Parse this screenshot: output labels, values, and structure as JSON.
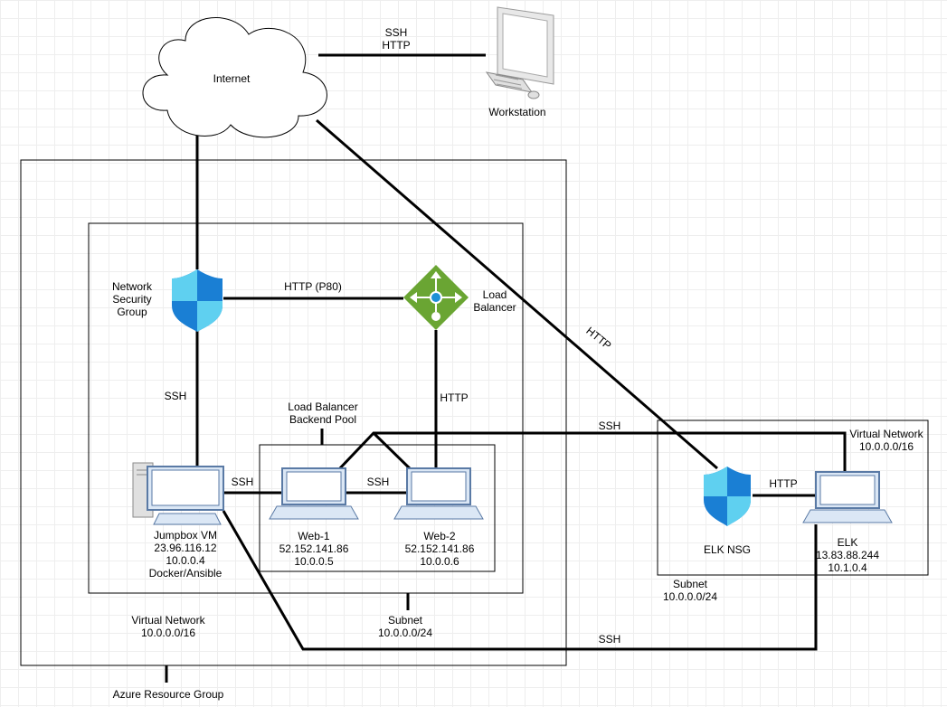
{
  "nodes": {
    "internet": {
      "label": "Internet"
    },
    "workstation": {
      "label": "Workstation"
    },
    "network_security_group": {
      "lines": [
        "Network",
        "Security",
        "Group"
      ]
    },
    "load_balancer": {
      "lines": [
        "Load",
        "Balancer"
      ]
    },
    "backend_pool": {
      "lines": [
        "Load Balancer",
        "Backend Pool"
      ]
    },
    "jumpbox": {
      "lines": [
        "Jumpbox VM",
        "23.96.116.12",
        "10.0.0.4",
        "Docker/Ansible"
      ]
    },
    "web1": {
      "lines": [
        "Web-1",
        "52.152.141.86",
        "10.0.0.5"
      ]
    },
    "web2": {
      "lines": [
        "Web-2",
        "52.152.141.86",
        "10.0.0.6"
      ]
    },
    "elk_nsg": {
      "label": "ELK NSG"
    },
    "elk": {
      "lines": [
        "ELK",
        "13.83.88.244",
        "10.1.0.4"
      ]
    }
  },
  "containers": {
    "resource_group": {
      "label": "Azure Resource Group"
    },
    "vnet_main": {
      "lines": [
        "Virtual Network",
        "10.0.0.0/16"
      ]
    },
    "subnet_main": {
      "lines": [
        "Subnet",
        "10.0.0.0/24"
      ]
    },
    "vnet_elk": {
      "lines": [
        "Virtual Network",
        "10.0.0.0/16"
      ]
    },
    "subnet_elk": {
      "lines": [
        "Subnet",
        "10.0.0.0/24"
      ]
    }
  },
  "connections": {
    "internet_workstation": {
      "lines": [
        "SSH",
        "HTTP"
      ]
    },
    "nsg_loadbalancer": {
      "label": "HTTP (P80)"
    },
    "nsg_jumpbox": {
      "label": "SSH"
    },
    "loadbalancer_web2": {
      "label": "HTTP"
    },
    "jumpbox_web1": {
      "label": "SSH"
    },
    "web1_web2": {
      "label": "SSH"
    },
    "internet_elknsg": {
      "label": "HTTP"
    },
    "web_to_elk_top": {
      "label": "SSH"
    },
    "elknsg_elk": {
      "label": "HTTP"
    },
    "jumpbox_elk_bottom": {
      "label": "SSH"
    }
  },
  "colors": {
    "line": "#000000",
    "shield_dark": "#1a7fd4",
    "shield_light": "#5fd0f0",
    "lb_green": "#6aa533",
    "lb_blue": "#1e90d6",
    "device_fill": "#dbe7f5",
    "device_stroke": "#5a7aa5"
  }
}
